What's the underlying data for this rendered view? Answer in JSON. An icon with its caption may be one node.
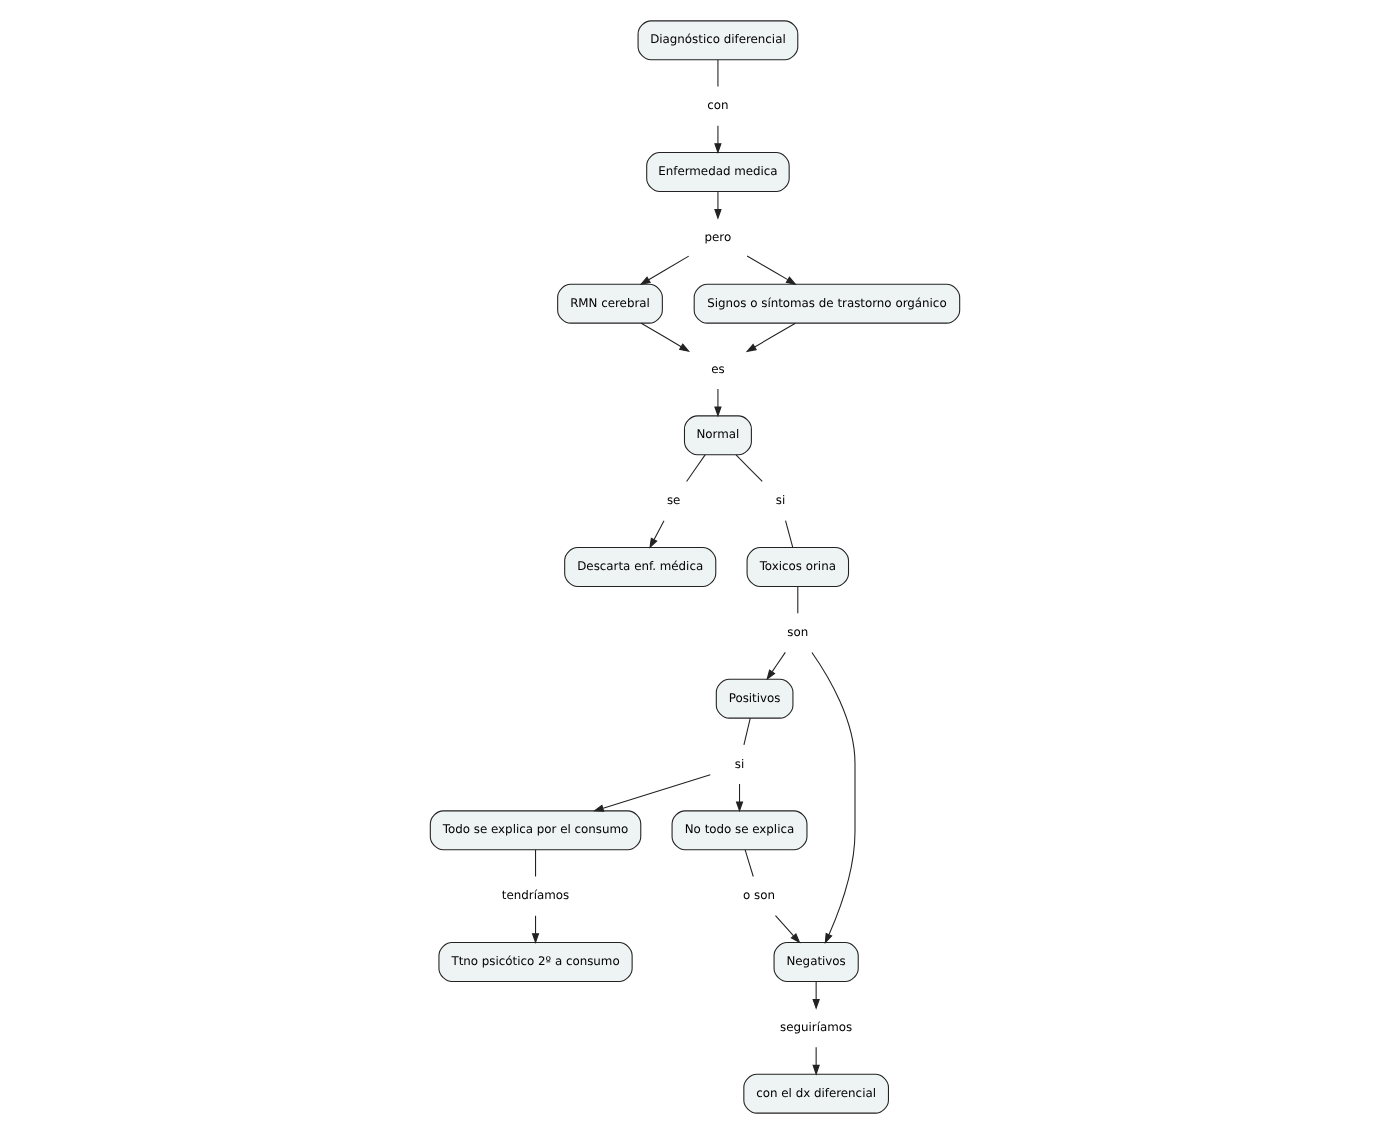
{
  "diagram": {
    "nodes": [
      {
        "text": [
          "Diagnóstico diferencial"
        ]
      },
      {
        "text": [
          "con"
        ]
      },
      {
        "text": [
          "Enfermedad medica"
        ]
      },
      {
        "text": [
          "pero"
        ]
      },
      {
        "text": [
          "RMN cerebral"
        ]
      },
      {
        "text": [
          "Signos o síntomas de trastorno orgánico"
        ]
      },
      {
        "text": [
          "es"
        ]
      },
      {
        "text": [
          "Normal"
        ]
      },
      {
        "text": [
          "se"
        ]
      },
      {
        "text": [
          "Descarta enf. médica"
        ]
      },
      {
        "text": [
          "si"
        ]
      },
      {
        "text": [
          "Toxicos orina"
        ]
      },
      {
        "text": [
          "son"
        ]
      },
      {
        "text": [
          "Positivos"
        ]
      },
      {
        "text": [
          "si"
        ]
      },
      {
        "text": [
          "Todo se explica por el consumo"
        ]
      },
      {
        "text": [
          "tendríamos"
        ]
      },
      {
        "text": [
          "Ttno psicótico 2º a consumo"
        ]
      },
      {
        "text": [
          "No todo se explica"
        ]
      },
      {
        "text": [
          "o son"
        ]
      },
      {
        "text": [
          "Negativos"
        ]
      },
      {
        "text": [
          "seguiríamos"
        ]
      },
      {
        "text": [
          "con el dx diferencial"
        ]
      }
    ],
    "edges": [
      {
        "from": 0,
        "to": 1,
        "arrow": "none"
      },
      {
        "from": 1,
        "to": 2,
        "arrow": "to"
      },
      {
        "from": 2,
        "to": 3,
        "arrow": "to"
      },
      {
        "from": 3,
        "to": 4,
        "arrow": "to"
      },
      {
        "from": 3,
        "to": 5,
        "arrow": "to"
      },
      {
        "from": 4,
        "to": 6,
        "arrow": "to"
      },
      {
        "from": 5,
        "to": 6,
        "arrow": "to"
      },
      {
        "from": 6,
        "to": 7,
        "arrow": "to"
      },
      {
        "from": 7,
        "to": 8,
        "arrow": "none"
      },
      {
        "from": 8,
        "to": 9,
        "arrow": "to"
      },
      {
        "from": 7,
        "to": 10,
        "arrow": "none"
      },
      {
        "from": 10,
        "to": 11,
        "arrow": "none"
      },
      {
        "from": 11,
        "to": 12,
        "arrow": "none"
      },
      {
        "from": 12,
        "to": 13,
        "arrow": "to"
      },
      {
        "from": 12,
        "to": 20,
        "arrow": "to"
      },
      {
        "from": 13,
        "to": 14,
        "arrow": "none"
      },
      {
        "from": 14,
        "to": 15,
        "arrow": "to"
      },
      {
        "from": 14,
        "to": 18,
        "arrow": "to"
      },
      {
        "from": 15,
        "to": 16,
        "arrow": "none"
      },
      {
        "from": 16,
        "to": 17,
        "arrow": "to"
      },
      {
        "from": 18,
        "to": 19,
        "arrow": "none"
      },
      {
        "from": 19,
        "to": 20,
        "arrow": "to"
      },
      {
        "from": 20,
        "to": 21,
        "arrow": "to"
      },
      {
        "from": 21,
        "to": 22,
        "arrow": "to"
      }
    ]
  }
}
